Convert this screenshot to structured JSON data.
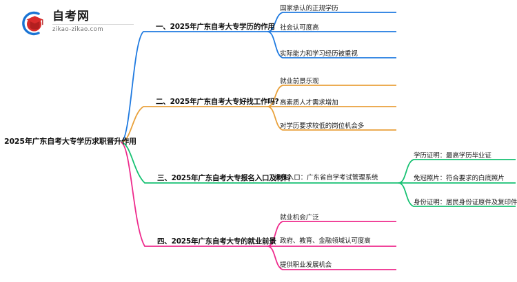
{
  "logo": {
    "name_cn": "自考网",
    "url": "zikao-zikao.com",
    "mark_icon": "graduation-cap-icon",
    "mark_colors": {
      "arc": "#1a74d4",
      "cap": "#d92b2b",
      "cap_dark": "#b21f1f"
    }
  },
  "mindmap": {
    "root": {
      "label": "2025年广东自考大专学历求职晋升作用"
    },
    "branches": [
      {
        "color": "#1f7ae0",
        "label": "一、2025年广东自考大专学历的作用",
        "children": [
          {
            "label": "国家承认的正规学历"
          },
          {
            "label": "社会认可度高"
          },
          {
            "label": "实际能力和学习经历被重视"
          }
        ]
      },
      {
        "color": "#e9a13b",
        "label": "二、2025年广东自考大专好找工作吗?",
        "children": [
          {
            "label": "就业前景乐观"
          },
          {
            "label": "高素质人才需求增加"
          },
          {
            "label": "对学历要求较低的岗位机会多"
          }
        ]
      },
      {
        "color": "#16c172",
        "label": "三、2025年广东自考大专报名入口及材料",
        "children": [
          {
            "label": "报名入口：广东省自学考试管理系统",
            "children": [
              {
                "label": "学历证明：最高学历毕业证"
              },
              {
                "label": "免冠照片：符合要求的白底照片"
              },
              {
                "label": "身份证明：居民身份证原件及复印件"
              }
            ]
          }
        ]
      },
      {
        "color": "#ee2a8c",
        "label": "四、2025年广东自考大专的就业前景",
        "children": [
          {
            "label": "就业机会广泛"
          },
          {
            "label": "政府、教育、金融领域认可度高"
          },
          {
            "label": "提供职业发展机会"
          }
        ]
      }
    ]
  }
}
